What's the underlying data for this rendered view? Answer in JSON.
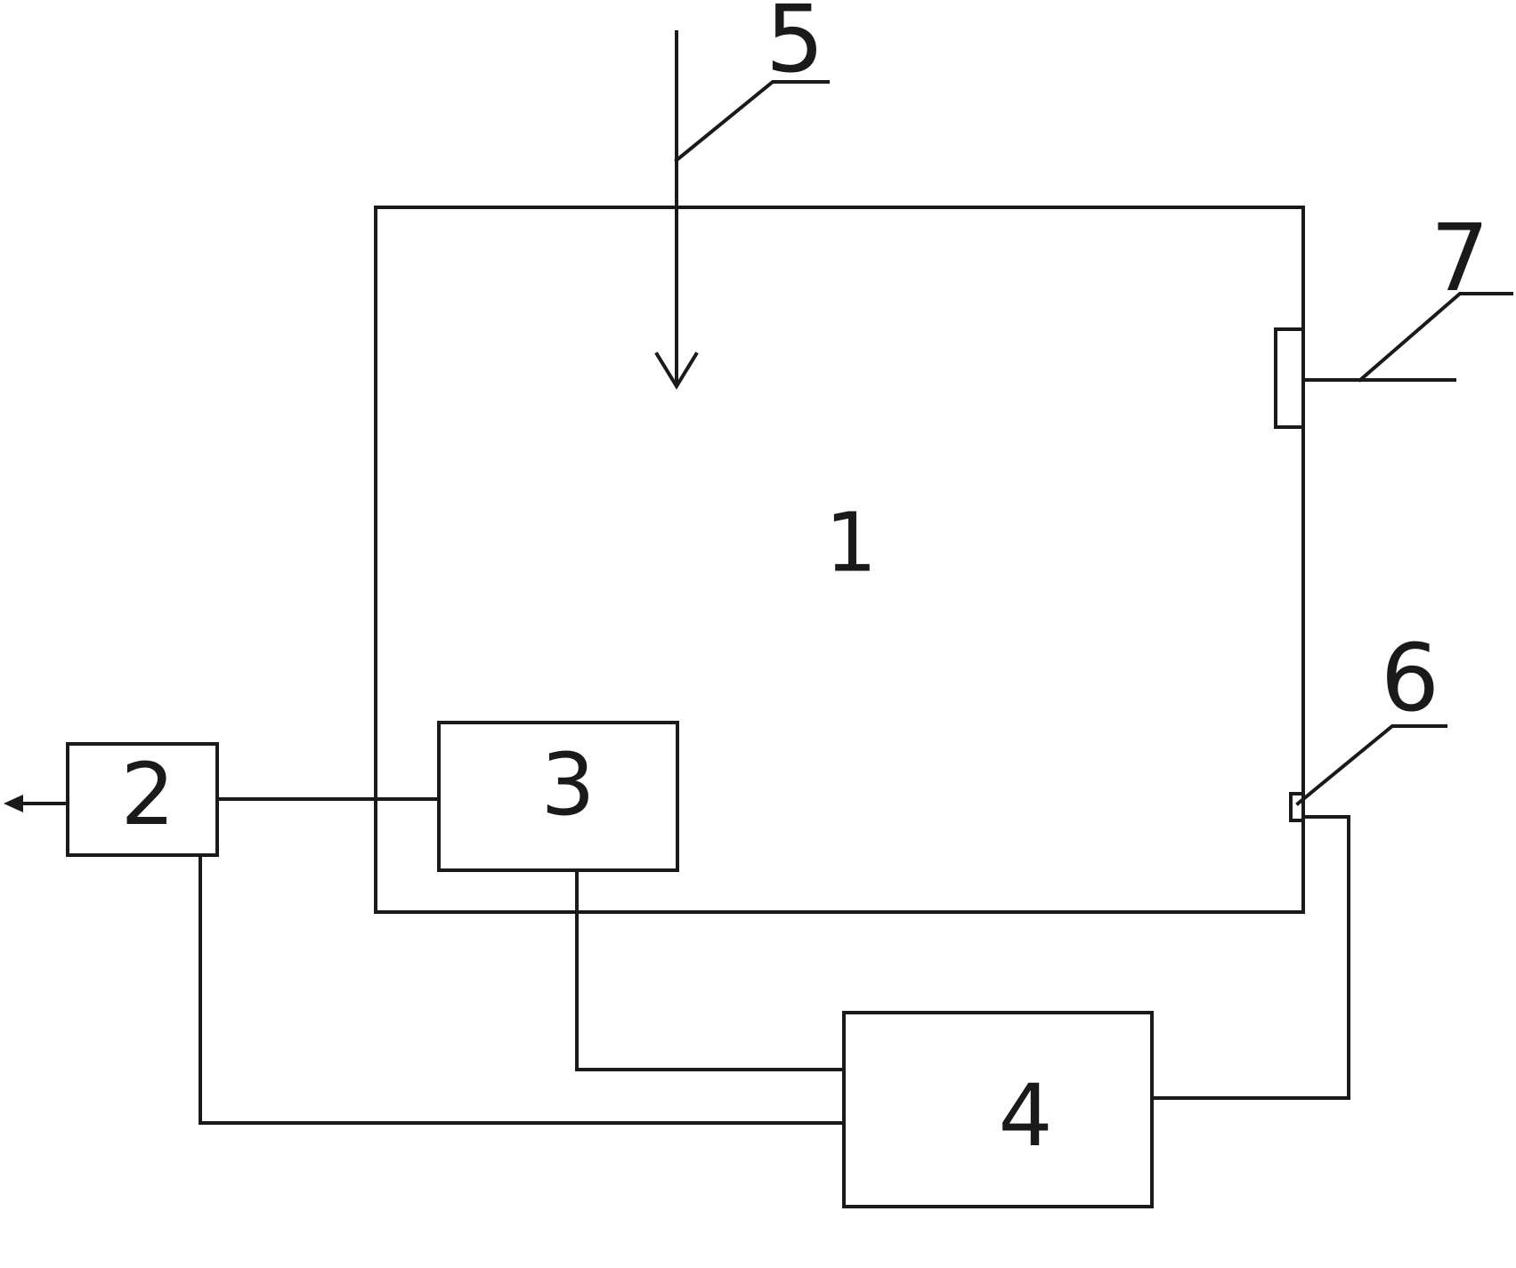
{
  "diagram": {
    "components": {
      "chamber": {
        "label": "1"
      },
      "unit_2": {
        "label": "2"
      },
      "unit_3": {
        "label": "3"
      },
      "unit_4": {
        "label": "4"
      }
    },
    "callouts": {
      "inlet": {
        "label": "5"
      },
      "sensor": {
        "label": "6"
      },
      "port": {
        "label": "7"
      }
    }
  }
}
